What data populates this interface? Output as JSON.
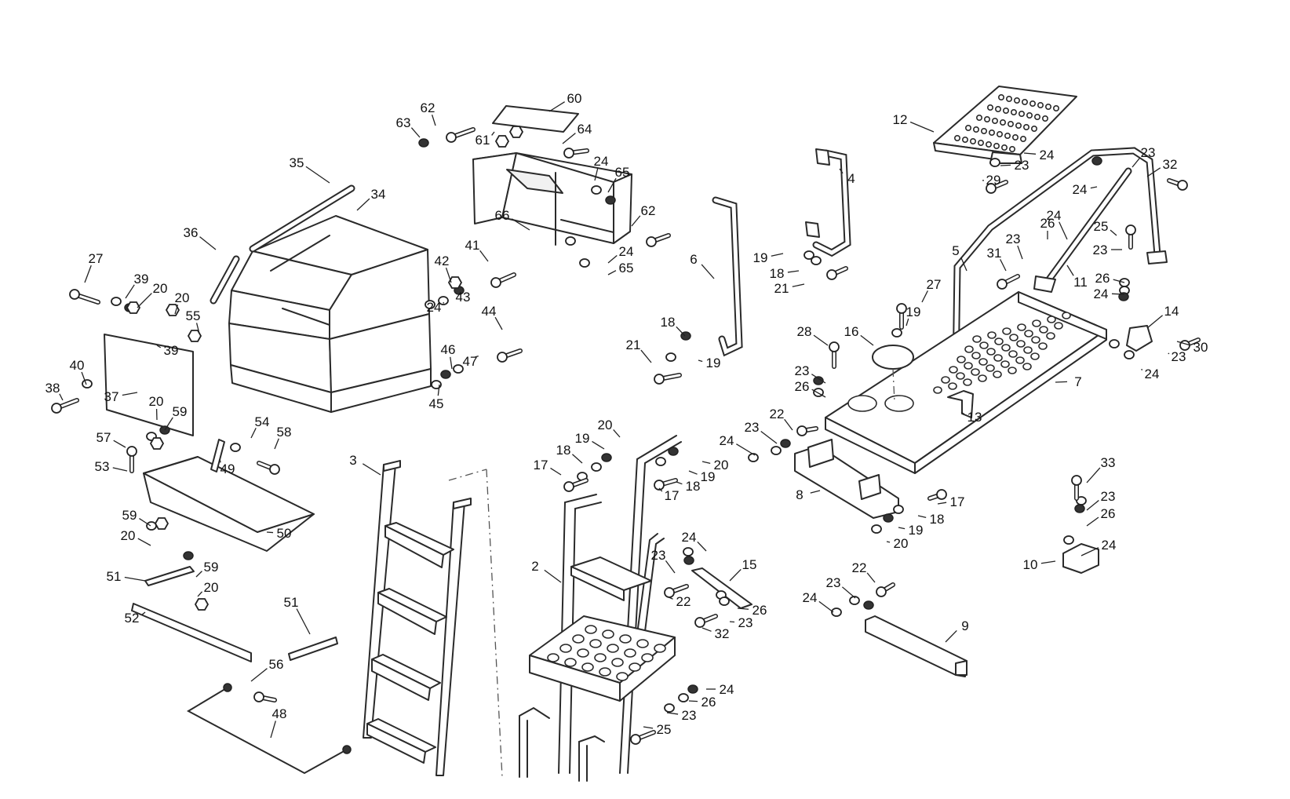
{
  "diagram": {
    "callouts": [
      {
        "id": "c60",
        "text": "60"
      },
      {
        "id": "c62a",
        "text": "62"
      },
      {
        "id": "c63",
        "text": "63"
      },
      {
        "id": "c61",
        "text": "61"
      },
      {
        "id": "c64",
        "text": "64"
      },
      {
        "id": "c24a",
        "text": "24"
      },
      {
        "id": "c65a",
        "text": "65"
      },
      {
        "id": "c66",
        "text": "66"
      },
      {
        "id": "c62b",
        "text": "62"
      },
      {
        "id": "c24b",
        "text": "24"
      },
      {
        "id": "c65b",
        "text": "65"
      },
      {
        "id": "c35",
        "text": "35"
      },
      {
        "id": "c34",
        "text": "34"
      },
      {
        "id": "c36",
        "text": "36"
      },
      {
        "id": "c27a",
        "text": "27"
      },
      {
        "id": "c39a",
        "text": "39"
      },
      {
        "id": "c20a",
        "text": "20"
      },
      {
        "id": "c20b",
        "text": "20"
      },
      {
        "id": "c55",
        "text": "55"
      },
      {
        "id": "c39b",
        "text": "39"
      },
      {
        "id": "c40",
        "text": "40"
      },
      {
        "id": "c38",
        "text": "38"
      },
      {
        "id": "c37",
        "text": "37"
      },
      {
        "id": "c42",
        "text": "42"
      },
      {
        "id": "c41",
        "text": "41"
      },
      {
        "id": "c43",
        "text": "43"
      },
      {
        "id": "c24c",
        "text": "24"
      },
      {
        "id": "c44",
        "text": "44"
      },
      {
        "id": "c46",
        "text": "46"
      },
      {
        "id": "c47",
        "text": "47"
      },
      {
        "id": "c45",
        "text": "45"
      },
      {
        "id": "c20c",
        "text": "20"
      },
      {
        "id": "c59a",
        "text": "59"
      },
      {
        "id": "c57",
        "text": "57"
      },
      {
        "id": "c54",
        "text": "54"
      },
      {
        "id": "c58",
        "text": "58"
      },
      {
        "id": "c53",
        "text": "53"
      },
      {
        "id": "c49",
        "text": "49"
      },
      {
        "id": "c50",
        "text": "50"
      },
      {
        "id": "c59b",
        "text": "59"
      },
      {
        "id": "c20d",
        "text": "20"
      },
      {
        "id": "c51a",
        "text": "51"
      },
      {
        "id": "c59c",
        "text": "59"
      },
      {
        "id": "c20e",
        "text": "20"
      },
      {
        "id": "c52",
        "text": "52"
      },
      {
        "id": "c51b",
        "text": "51"
      },
      {
        "id": "c56",
        "text": "56"
      },
      {
        "id": "c48",
        "text": "48"
      },
      {
        "id": "c3",
        "text": "3"
      },
      {
        "id": "c4",
        "text": "4"
      },
      {
        "id": "c6",
        "text": "6"
      },
      {
        "id": "c19a",
        "text": "19"
      },
      {
        "id": "c18a",
        "text": "18"
      },
      {
        "id": "c21a",
        "text": "21"
      },
      {
        "id": "c18b",
        "text": "18"
      },
      {
        "id": "c21b",
        "text": "21"
      },
      {
        "id": "c19b",
        "text": "19"
      },
      {
        "id": "c12",
        "text": "12"
      },
      {
        "id": "c24d",
        "text": "24"
      },
      {
        "id": "c23a",
        "text": "23"
      },
      {
        "id": "c29",
        "text": "29"
      },
      {
        "id": "c23b",
        "text": "23"
      },
      {
        "id": "c32a",
        "text": "32"
      },
      {
        "id": "c24e",
        "text": "24"
      },
      {
        "id": "c26a",
        "text": "26"
      },
      {
        "id": "c24f",
        "text": "24"
      },
      {
        "id": "c5",
        "text": "5"
      },
      {
        "id": "c31",
        "text": "31"
      },
      {
        "id": "c23c",
        "text": "23"
      },
      {
        "id": "c25a",
        "text": "25"
      },
      {
        "id": "c23d",
        "text": "23"
      },
      {
        "id": "c11",
        "text": "11"
      },
      {
        "id": "c26b",
        "text": "26"
      },
      {
        "id": "c24g",
        "text": "24"
      },
      {
        "id": "c27b",
        "text": "27"
      },
      {
        "id": "c19c",
        "text": "19"
      },
      {
        "id": "c14",
        "text": "14"
      },
      {
        "id": "c28",
        "text": "28"
      },
      {
        "id": "c16",
        "text": "16"
      },
      {
        "id": "c30",
        "text": "30"
      },
      {
        "id": "c23e",
        "text": "23"
      },
      {
        "id": "c24h",
        "text": "24"
      },
      {
        "id": "c23f",
        "text": "23"
      },
      {
        "id": "c26c",
        "text": "26"
      },
      {
        "id": "c7",
        "text": "7"
      },
      {
        "id": "c13",
        "text": "13"
      },
      {
        "id": "c22a",
        "text": "22"
      },
      {
        "id": "c23g",
        "text": "23"
      },
      {
        "id": "c24i",
        "text": "24"
      },
      {
        "id": "c20f",
        "text": "20"
      },
      {
        "id": "c19d",
        "text": "19"
      },
      {
        "id": "c18c",
        "text": "18"
      },
      {
        "id": "c17a",
        "text": "17"
      },
      {
        "id": "c17b",
        "text": "17"
      },
      {
        "id": "c18d",
        "text": "18"
      },
      {
        "id": "c19e",
        "text": "19"
      },
      {
        "id": "c20g",
        "text": "20"
      },
      {
        "id": "c8",
        "text": "8"
      },
      {
        "id": "c17c",
        "text": "17"
      },
      {
        "id": "c18e",
        "text": "18"
      },
      {
        "id": "c19f",
        "text": "19"
      },
      {
        "id": "c20h",
        "text": "20"
      },
      {
        "id": "c33",
        "text": "33"
      },
      {
        "id": "c23h",
        "text": "23"
      },
      {
        "id": "c26d",
        "text": "26"
      },
      {
        "id": "c24j",
        "text": "24"
      },
      {
        "id": "c10",
        "text": "10"
      },
      {
        "id": "c2",
        "text": "2"
      },
      {
        "id": "c24k",
        "text": "24"
      },
      {
        "id": "c23i",
        "text": "23"
      },
      {
        "id": "c15",
        "text": "15"
      },
      {
        "id": "c22b",
        "text": "22"
      },
      {
        "id": "c26e",
        "text": "26"
      },
      {
        "id": "c23j",
        "text": "23"
      },
      {
        "id": "c32b",
        "text": "32"
      },
      {
        "id": "c22c",
        "text": "22"
      },
      {
        "id": "c23k",
        "text": "23"
      },
      {
        "id": "c24l",
        "text": "24"
      },
      {
        "id": "c9",
        "text": "9"
      },
      {
        "id": "c24m",
        "text": "24"
      },
      {
        "id": "c26f",
        "text": "26"
      },
      {
        "id": "c23l",
        "text": "23"
      },
      {
        "id": "c25b",
        "text": "25"
      }
    ]
  }
}
